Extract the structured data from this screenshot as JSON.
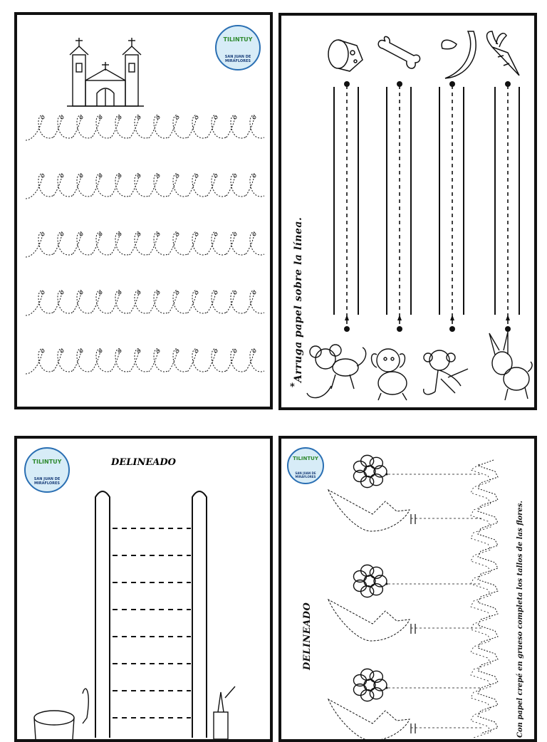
{
  "panels": {
    "p1": {},
    "p2": {
      "instruction": "Arruga papel sobre la línea.",
      "bullet": "*"
    },
    "p3": {
      "title": "DELINEADO"
    },
    "p4": {
      "title": "DELINEADO",
      "instruction": "Con papel crepé en grueso completa los tallos de las flores."
    }
  },
  "logo": {
    "word": "TILINTUY",
    "sub": "SAN JUAN DE MIRAFLORES"
  },
  "colors": {
    "border": "#111111",
    "line": "#111111",
    "logo_bg": "#d7ecf7",
    "logo_ring": "#2a6fb3"
  }
}
